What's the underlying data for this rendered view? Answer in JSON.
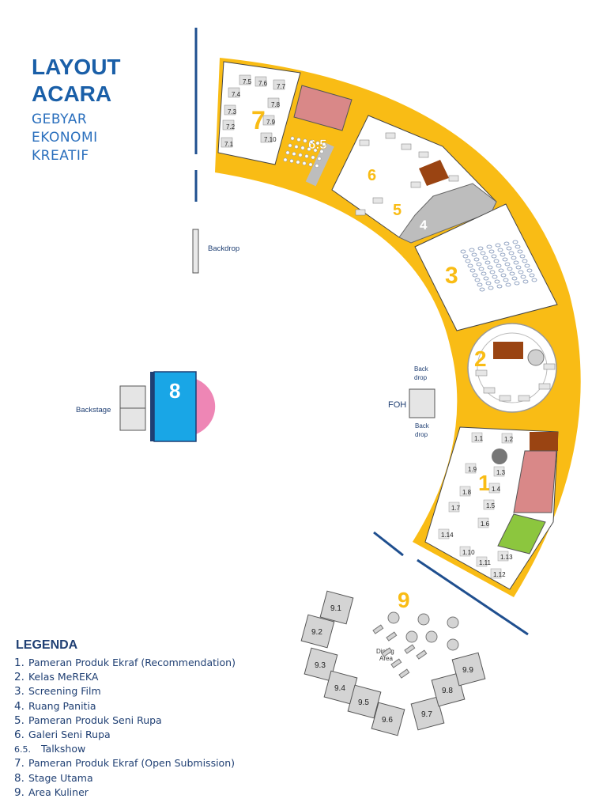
{
  "header": {
    "title_line1": "LAYOUT",
    "title_line2": "ACARA",
    "subtitle_line1": "GEBYAR",
    "subtitle_line2": "EKONOMI",
    "subtitle_line3": "KREATIF"
  },
  "labels": {
    "backdrop_left": "Backdrop",
    "backstage": "Backstage",
    "foh": "FOH",
    "back_drop_top_1": "Back",
    "back_drop_top_2": "drop",
    "back_drop_bottom_1": "Back",
    "back_drop_bottom_2": "drop",
    "dining_1": "Dining",
    "dining_2": "Area"
  },
  "zones": {
    "z1": "1",
    "z2": "2",
    "z3": "3",
    "z4": "4",
    "z5": "5",
    "z6": "6",
    "z65": "6.5",
    "z7": "7",
    "z8": "8",
    "z9": "9"
  },
  "booths_1": [
    "1.1",
    "1.2",
    "1.3",
    "1.4",
    "1.5",
    "1.6",
    "1.7",
    "1.8",
    "1.9",
    "1.10",
    "1.11",
    "1.12",
    "1.13",
    "1.14"
  ],
  "booths_7": [
    "7.1",
    "7.2",
    "7.3",
    "7.4",
    "7.5",
    "7.6",
    "7.7",
    "7.8",
    "7.9",
    "7.10"
  ],
  "booths_9": [
    "9.1",
    "9.2",
    "9.3",
    "9.4",
    "9.5",
    "9.6",
    "9.7",
    "9.8",
    "9.9"
  ],
  "legend": {
    "title": "LEGENDA",
    "items": [
      {
        "num": "1.",
        "text": "Pameran Produk Ekraf (Recommendation)"
      },
      {
        "num": "2.",
        "text": "Kelas MeREKA"
      },
      {
        "num": "3.",
        "text": "Screening Film"
      },
      {
        "num": "4.",
        "text": "Ruang Panitia"
      },
      {
        "num": "5.",
        "text": "Pameran Produk Seni Rupa"
      },
      {
        "num": "6.",
        "text": "Galeri Seni Rupa"
      },
      {
        "num": "6.5.",
        "text": "Talkshow"
      },
      {
        "num": "7.",
        "text": "Pameran Produk Ekraf (Open Submission)"
      },
      {
        "num": "8.",
        "text": "Stage Utama"
      },
      {
        "num": "9.",
        "text": "Area Kuliner"
      }
    ]
  },
  "colors": {
    "corridor": "#f9bc15",
    "accent_blue": "#1a5fa8",
    "stage_blue": "#19a6e6",
    "stage_pink": "#ee86b5",
    "room_gray": "#bdbdbd",
    "booth_pink": "#d98888",
    "booth_brown": "#9a4412",
    "booth_green": "#8cc63e"
  }
}
